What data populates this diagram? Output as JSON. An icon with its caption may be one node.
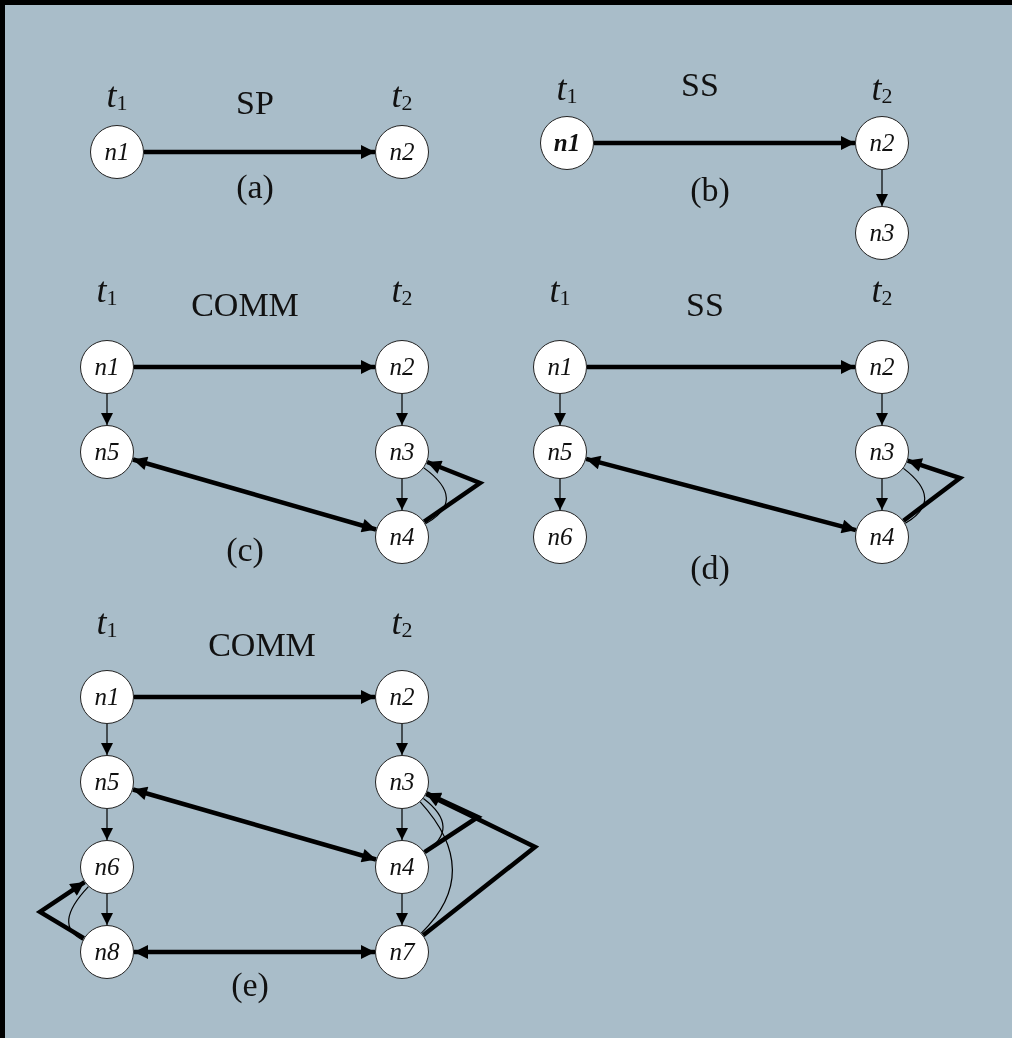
{
  "diagram": {
    "nodes": [
      {
        "text": [
          "n1"
        ]
      },
      {
        "text": [
          "n2"
        ]
      },
      {
        "text": [
          "n1"
        ]
      },
      {
        "text": [
          "n2"
        ]
      },
      {
        "text": [
          "n3"
        ]
      },
      {
        "text": [
          "n1"
        ]
      },
      {
        "text": [
          "n2"
        ]
      },
      {
        "text": [
          "n5"
        ]
      },
      {
        "text": [
          "n3"
        ]
      },
      {
        "text": [
          "n4"
        ]
      },
      {
        "text": [
          "n1"
        ]
      },
      {
        "text": [
          "n2"
        ]
      },
      {
        "text": [
          "n5"
        ]
      },
      {
        "text": [
          "n3"
        ]
      },
      {
        "text": [
          "n6"
        ]
      },
      {
        "text": [
          "n4"
        ]
      },
      {
        "text": [
          "n1"
        ]
      },
      {
        "text": [
          "n2"
        ]
      },
      {
        "text": [
          "n5"
        ]
      },
      {
        "text": [
          "n3"
        ]
      },
      {
        "text": [
          "n6"
        ]
      },
      {
        "text": [
          "n4"
        ]
      },
      {
        "text": [
          "n8"
        ]
      },
      {
        "text": [
          "n7"
        ]
      }
    ],
    "edges": [
      {
        "from": 0,
        "to": 1,
        "arrow": "to",
        "style": "thick"
      },
      {
        "from": 2,
        "to": 3,
        "arrow": "to",
        "style": "thick"
      },
      {
        "from": 3,
        "to": 4,
        "arrow": "to"
      },
      {
        "from": 5,
        "to": 6,
        "arrow": "to",
        "style": "thick"
      },
      {
        "from": 5,
        "to": 7,
        "arrow": "to"
      },
      {
        "from": 6,
        "to": 8,
        "arrow": "to"
      },
      {
        "from": 8,
        "to": 9,
        "arrow": "to"
      },
      {
        "from": 7,
        "to": 9,
        "arrow": "both",
        "style": "thick"
      },
      {
        "from": 9,
        "to": 8,
        "arrow": "to",
        "style": "thick"
      },
      {
        "from": 9,
        "to": 8,
        "arrow": "none"
      },
      {
        "from": 10,
        "to": 11,
        "arrow": "to",
        "style": "thick"
      },
      {
        "from": 10,
        "to": 12,
        "arrow": "to"
      },
      {
        "from": 12,
        "to": 14,
        "arrow": "to"
      },
      {
        "from": 11,
        "to": 13,
        "arrow": "to"
      },
      {
        "from": 13,
        "to": 15,
        "arrow": "to"
      },
      {
        "from": 12,
        "to": 15,
        "arrow": "both",
        "style": "thick"
      },
      {
        "from": 15,
        "to": 13,
        "arrow": "to",
        "style": "thick"
      },
      {
        "from": 15,
        "to": 13,
        "arrow": "none"
      },
      {
        "from": 16,
        "to": 17,
        "arrow": "to",
        "style": "thick"
      },
      {
        "from": 16,
        "to": 18,
        "arrow": "to"
      },
      {
        "from": 18,
        "to": 20,
        "arrow": "to"
      },
      {
        "from": 20,
        "to": 22,
        "arrow": "to"
      },
      {
        "from": 17,
        "to": 19,
        "arrow": "to"
      },
      {
        "from": 19,
        "to": 21,
        "arrow": "to"
      },
      {
        "from": 21,
        "to": 23,
        "arrow": "to"
      },
      {
        "from": 18,
        "to": 21,
        "arrow": "both",
        "style": "thick"
      },
      {
        "from": 21,
        "to": 19,
        "arrow": "to",
        "style": "thick"
      },
      {
        "from": 23,
        "to": 19,
        "arrow": "to",
        "style": "thick"
      },
      {
        "from": 21,
        "to": 19,
        "arrow": "none"
      },
      {
        "from": 23,
        "to": 19,
        "arrow": "none"
      },
      {
        "from": 22,
        "to": 20,
        "arrow": "to",
        "style": "thick"
      },
      {
        "from": 22,
        "to": 20,
        "arrow": "none"
      },
      {
        "from": 22,
        "to": 23,
        "arrow": "both",
        "style": "thick"
      }
    ],
    "labels": [
      "*t*$_{1}$",
      "SP",
      "*t*$_{2}$",
      "(a)",
      "*t*$_{1}$",
      "SS",
      "*t*$_{2}$",
      "(b)",
      "*t*$_{1}$",
      "COMM",
      "*t*$_{2}$",
      "(c)",
      "*t*$_{1}$",
      "SS",
      "*t*$_{2}$",
      "(d)",
      "*t*$_{1}$",
      "COMM",
      "*t*$_{2}$",
      "(e)"
    ]
  }
}
